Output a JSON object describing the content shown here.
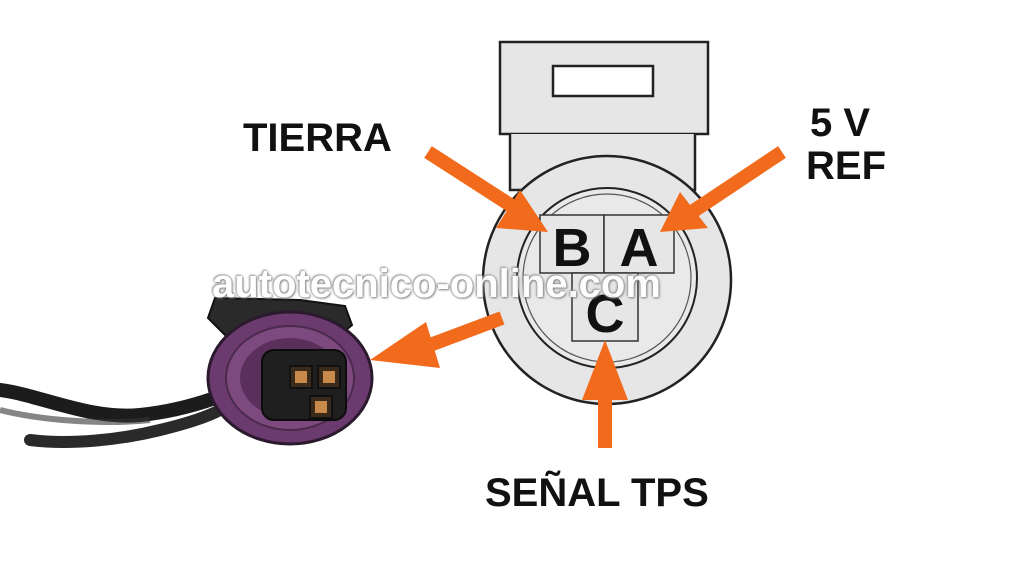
{
  "labels": {
    "ground": "TIERRA",
    "ref_line1": "5 V",
    "ref_line2": "REF",
    "signal": "SEÑAL TPS"
  },
  "pins": {
    "a": "A",
    "b": "B",
    "c": "C"
  },
  "watermark": "autotecnico-online.com",
  "colors": {
    "arrow": "#f26a1b",
    "connector_body": "#e6e6e6",
    "connector_outline": "#222222",
    "harness_plug": "#6b3a6e",
    "harness_dark": "#222222",
    "terminal": "#c88a4a"
  }
}
